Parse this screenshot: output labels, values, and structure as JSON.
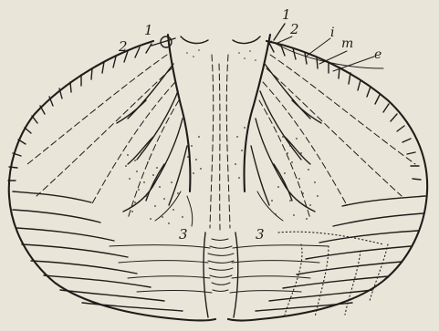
{
  "labels": {
    "left_1": "1",
    "left_2": "2",
    "right_1": "1",
    "right_2": "2",
    "right_i": "i",
    "right_m": "m",
    "right_e": "e",
    "left_3": "3",
    "right_3": "3"
  }
}
